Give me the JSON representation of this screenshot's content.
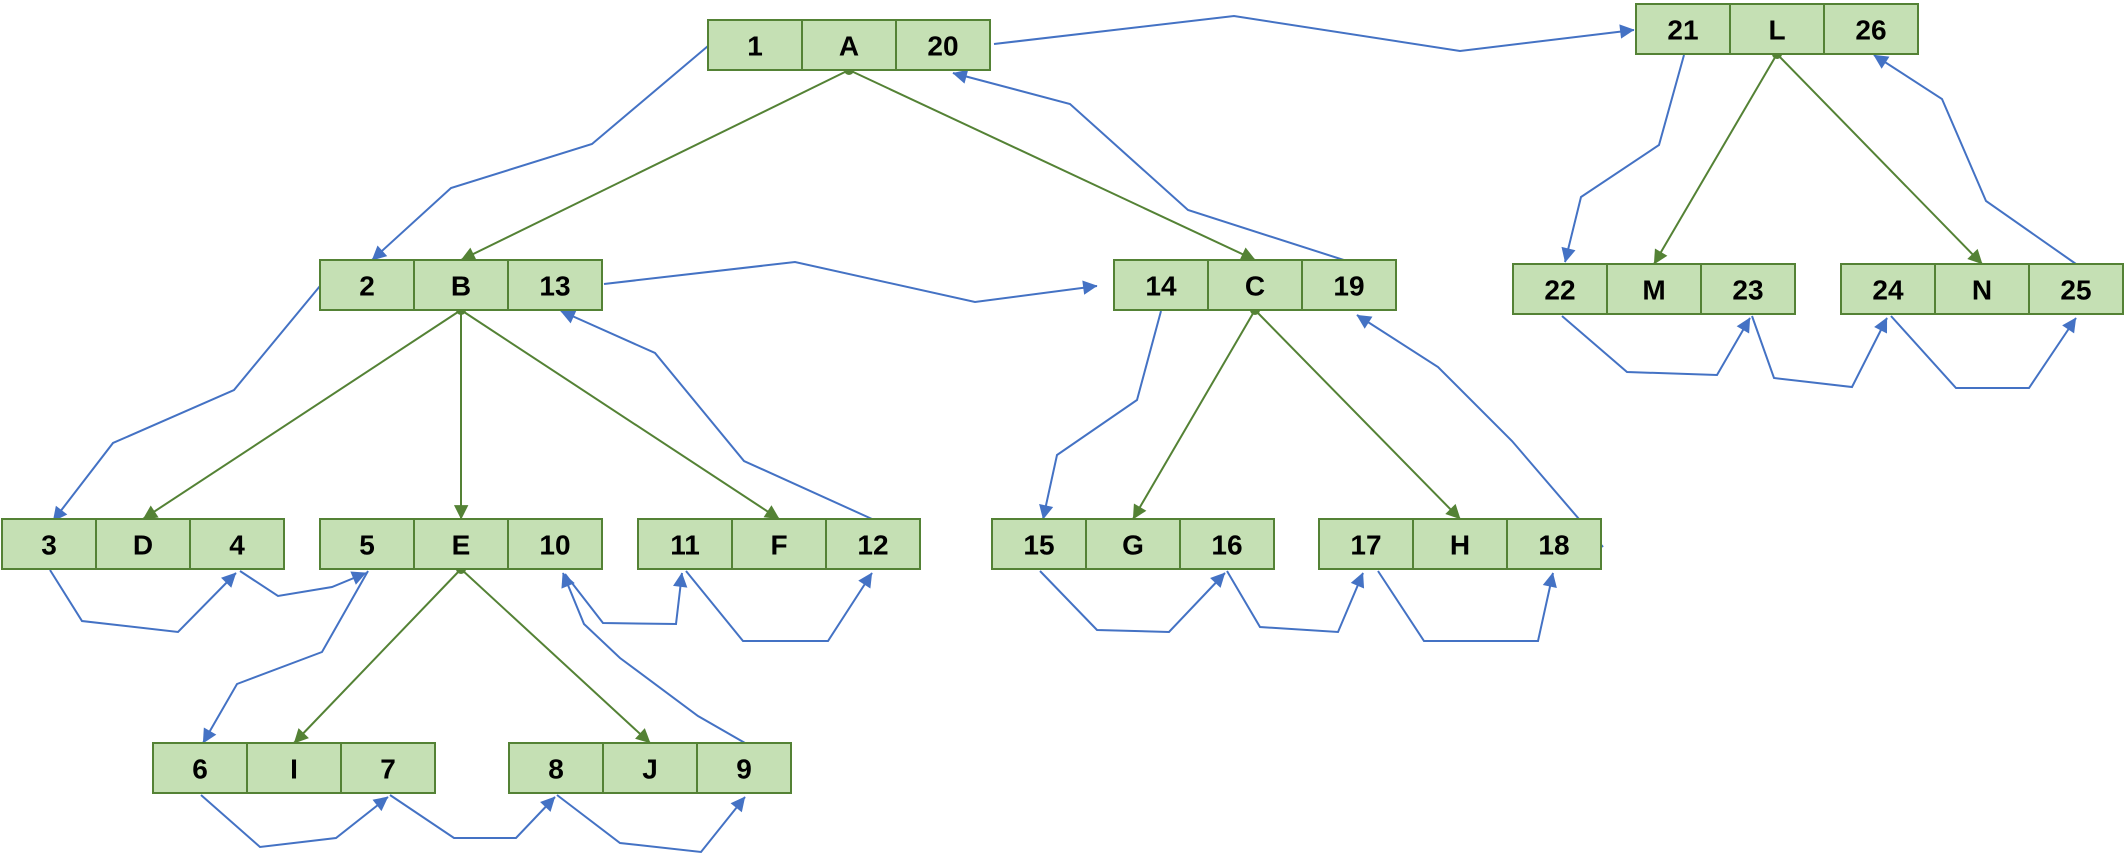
{
  "colors": {
    "node_fill": "#c5e0b4",
    "node_border": "#548235",
    "tree_edge": "#548235",
    "traversal_edge": "#4472c4",
    "text": "#000000"
  },
  "nodes": [
    {
      "id": "A",
      "label": "A",
      "pre": "1",
      "post": "20"
    },
    {
      "id": "B",
      "label": "B",
      "pre": "2",
      "post": "13"
    },
    {
      "id": "C",
      "label": "C",
      "pre": "14",
      "post": "19"
    },
    {
      "id": "D",
      "label": "D",
      "pre": "3",
      "post": "4"
    },
    {
      "id": "E",
      "label": "E",
      "pre": "5",
      "post": "10"
    },
    {
      "id": "F",
      "label": "F",
      "pre": "11",
      "post": "12"
    },
    {
      "id": "G",
      "label": "G",
      "pre": "15",
      "post": "16"
    },
    {
      "id": "H",
      "label": "H",
      "pre": "17",
      "post": "18"
    },
    {
      "id": "I",
      "label": "I",
      "pre": "6",
      "post": "7"
    },
    {
      "id": "J",
      "label": "J",
      "pre": "8",
      "post": "9"
    },
    {
      "id": "L",
      "label": "L",
      "pre": "21",
      "post": "26"
    },
    {
      "id": "M",
      "label": "M",
      "pre": "22",
      "post": "23"
    },
    {
      "id": "N",
      "label": "N",
      "pre": "24",
      "post": "25"
    }
  ],
  "tree_edges": [
    {
      "from": "A",
      "to": "B"
    },
    {
      "from": "A",
      "to": "C"
    },
    {
      "from": "B",
      "to": "D"
    },
    {
      "from": "B",
      "to": "E"
    },
    {
      "from": "B",
      "to": "F"
    },
    {
      "from": "C",
      "to": "G"
    },
    {
      "from": "C",
      "to": "H"
    },
    {
      "from": "E",
      "to": "I"
    },
    {
      "from": "E",
      "to": "J"
    },
    {
      "from": "L",
      "to": "M"
    },
    {
      "from": "L",
      "to": "N"
    }
  ]
}
